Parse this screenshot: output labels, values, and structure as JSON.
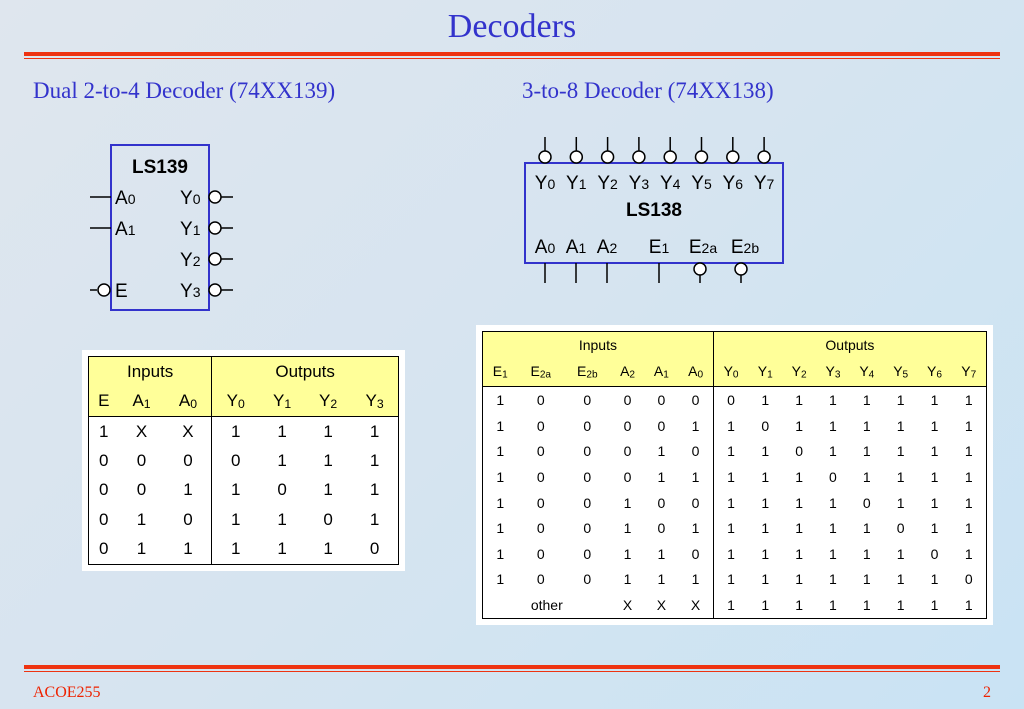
{
  "slide": {
    "title": "Decoders",
    "left_heading": "Dual 2-to-4 Decoder (74XX139)",
    "right_heading": "3-to-8 Decoder (74XX138)",
    "footer_left": "ACOE255",
    "footer_right": "2"
  },
  "colors": {
    "title": "#3333cc",
    "rule": "#ee3311",
    "chip_border": "#3333cc",
    "table_header": "#ffff99"
  },
  "ls139": {
    "name": "LS139",
    "inputs": [
      {
        "base": "A",
        "sub": "0"
      },
      {
        "base": "A",
        "sub": "1"
      },
      {
        "base": "E",
        "sub": ""
      }
    ],
    "outputs": [
      {
        "base": "Y",
        "sub": "0"
      },
      {
        "base": "Y",
        "sub": "1"
      },
      {
        "base": "Y",
        "sub": "2"
      },
      {
        "base": "Y",
        "sub": "3"
      }
    ]
  },
  "ls138": {
    "name": "LS138",
    "outputs": [
      {
        "base": "Y",
        "sub": "0"
      },
      {
        "base": "Y",
        "sub": "1"
      },
      {
        "base": "Y",
        "sub": "2"
      },
      {
        "base": "Y",
        "sub": "3"
      },
      {
        "base": "Y",
        "sub": "4"
      },
      {
        "base": "Y",
        "sub": "5"
      },
      {
        "base": "Y",
        "sub": "6"
      },
      {
        "base": "Y",
        "sub": "7"
      }
    ],
    "inputs": [
      {
        "base": "A",
        "sub": "0"
      },
      {
        "base": "A",
        "sub": "1"
      },
      {
        "base": "A",
        "sub": "2"
      },
      {
        "base": "E",
        "sub": "1"
      },
      {
        "base": "E",
        "sub": "2a"
      },
      {
        "base": "E",
        "sub": "2b"
      }
    ]
  },
  "table139": {
    "group_inputs": "Inputs",
    "group_outputs": "Outputs",
    "columns": [
      {
        "base": "E",
        "sub": ""
      },
      {
        "base": "A",
        "sub": "1"
      },
      {
        "base": "A",
        "sub": "0"
      },
      {
        "base": "Y",
        "sub": "0"
      },
      {
        "base": "Y",
        "sub": "1"
      },
      {
        "base": "Y",
        "sub": "2"
      },
      {
        "base": "Y",
        "sub": "3"
      }
    ],
    "rows": [
      [
        "1",
        "X",
        "X",
        "1",
        "1",
        "1",
        "1"
      ],
      [
        "0",
        "0",
        "0",
        "0",
        "1",
        "1",
        "1"
      ],
      [
        "0",
        "0",
        "1",
        "1",
        "0",
        "1",
        "1"
      ],
      [
        "0",
        "1",
        "0",
        "1",
        "1",
        "0",
        "1"
      ],
      [
        "0",
        "1",
        "1",
        "1",
        "1",
        "1",
        "0"
      ]
    ]
  },
  "table138": {
    "group_inputs": "Inputs",
    "group_outputs": "Outputs",
    "columns": [
      {
        "base": "E",
        "sub": "1"
      },
      {
        "base": "E",
        "sub": "2a"
      },
      {
        "base": "E",
        "sub": "2b"
      },
      {
        "base": "A",
        "sub": "2"
      },
      {
        "base": "A",
        "sub": "1"
      },
      {
        "base": "A",
        "sub": "0"
      },
      {
        "base": "Y",
        "sub": "0"
      },
      {
        "base": "Y",
        "sub": "1"
      },
      {
        "base": "Y",
        "sub": "2"
      },
      {
        "base": "Y",
        "sub": "3"
      },
      {
        "base": "Y",
        "sub": "4"
      },
      {
        "base": "Y",
        "sub": "5"
      },
      {
        "base": "Y",
        "sub": "6"
      },
      {
        "base": "Y",
        "sub": "7"
      }
    ],
    "rows": [
      [
        "1",
        "0",
        "0",
        "0",
        "0",
        "0",
        "0",
        "1",
        "1",
        "1",
        "1",
        "1",
        "1",
        "1"
      ],
      [
        "1",
        "0",
        "0",
        "0",
        "0",
        "1",
        "1",
        "0",
        "1",
        "1",
        "1",
        "1",
        "1",
        "1"
      ],
      [
        "1",
        "0",
        "0",
        "0",
        "1",
        "0",
        "1",
        "1",
        "0",
        "1",
        "1",
        "1",
        "1",
        "1"
      ],
      [
        "1",
        "0",
        "0",
        "0",
        "1",
        "1",
        "1",
        "1",
        "1",
        "0",
        "1",
        "1",
        "1",
        "1"
      ],
      [
        "1",
        "0",
        "0",
        "1",
        "0",
        "0",
        "1",
        "1",
        "1",
        "1",
        "0",
        "1",
        "1",
        "1"
      ],
      [
        "1",
        "0",
        "0",
        "1",
        "0",
        "1",
        "1",
        "1",
        "1",
        "1",
        "1",
        "0",
        "1",
        "1"
      ],
      [
        "1",
        "0",
        "0",
        "1",
        "1",
        "0",
        "1",
        "1",
        "1",
        "1",
        "1",
        "1",
        "0",
        "1"
      ],
      [
        "1",
        "0",
        "0",
        "1",
        "1",
        "1",
        "1",
        "1",
        "1",
        "1",
        "1",
        "1",
        "1",
        "0"
      ]
    ],
    "other_row": {
      "label": "other",
      "cells": [
        "X",
        "X",
        "X",
        "1",
        "1",
        "1",
        "1",
        "1",
        "1",
        "1",
        "1"
      ]
    }
  }
}
